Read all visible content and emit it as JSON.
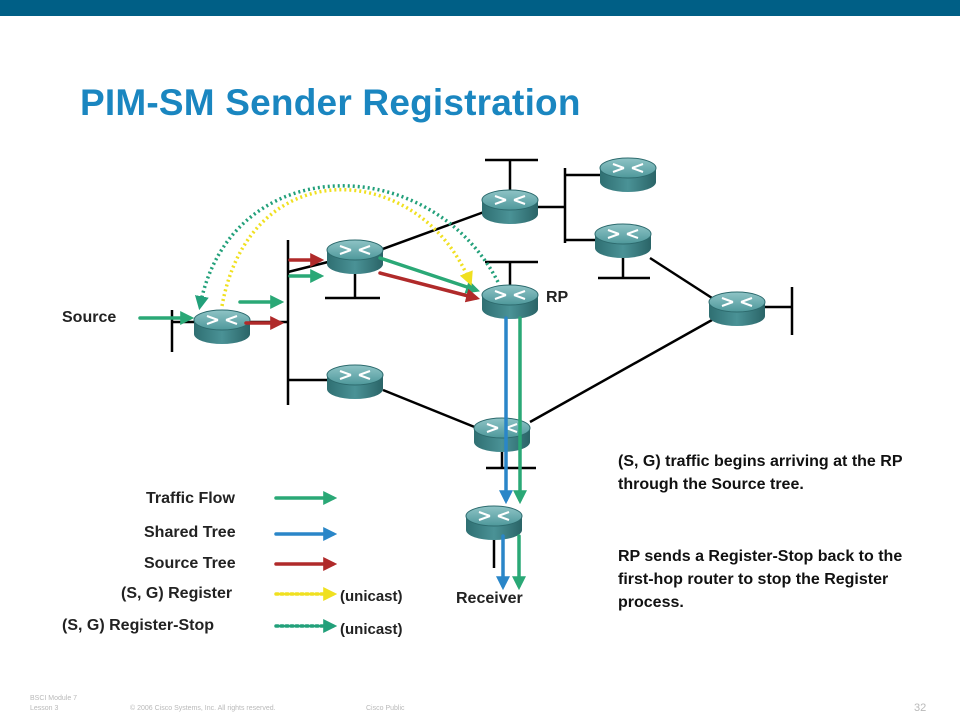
{
  "title": "PIM-SM Sender Registration",
  "labels": {
    "source": "Source",
    "rp": "RP",
    "receiver": "Receiver"
  },
  "legend": [
    {
      "label": "Traffic Flow",
      "style": "solid",
      "color": "#2aa876"
    },
    {
      "label": "Shared Tree",
      "style": "solid",
      "color": "#2a86c8"
    },
    {
      "label": "Source Tree",
      "style": "solid",
      "color": "#b02a2a"
    },
    {
      "label": "(S, G) Register",
      "style": "dotted",
      "color": "#f0e020",
      "note": "(unicast)"
    },
    {
      "label": "(S, G) Register-Stop",
      "style": "dotted",
      "color": "#2aa876",
      "note": "(unicast)"
    }
  ],
  "description": {
    "para1": "(S, G) traffic begins arriving at the RP through the Source tree.",
    "para2": "RP sends a Register-Stop back to the first-hop router to stop the Register process."
  },
  "footer": {
    "course": "BSCI Module 7",
    "lesson": "Lesson 3",
    "copyright": "© 2006 Cisco Systems, Inc. All rights reserved.",
    "classification": "Cisco Public",
    "page": "32"
  },
  "colors": {
    "topbar": "#005f86",
    "title": "#1a86c0",
    "router": "#3d8a8e"
  },
  "icons": [
    "router-icon",
    "arrow-icon"
  ]
}
